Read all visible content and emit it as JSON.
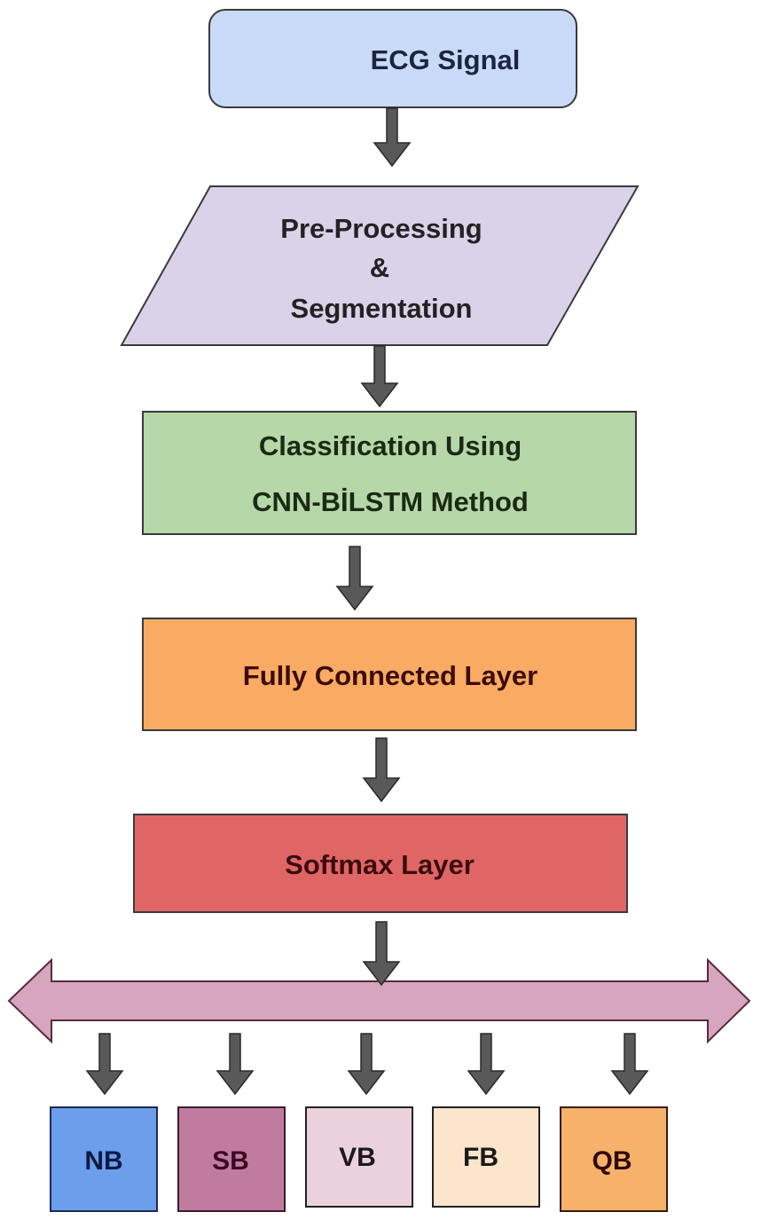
{
  "diagram": {
    "type": "flowchart",
    "nodes": [
      {
        "id": "ecg",
        "label_lines": [
          "ECG Signal"
        ],
        "shape": "rounded-rect",
        "fill": "#c9daf8",
        "text_color": "#1c2540"
      },
      {
        "id": "preprocess",
        "label_lines": [
          "Pre-Processing",
          "&",
          "Segmentation"
        ],
        "shape": "parallelogram",
        "fill": "#d9d2e9",
        "text_color": "#222222"
      },
      {
        "id": "classification",
        "label_lines": [
          "Classification Using",
          "CNN-BİLSTM Method"
        ],
        "shape": "rect",
        "fill": "#b6d7a8",
        "text_color": "#1a2a14"
      },
      {
        "id": "fc",
        "label_lines": [
          "Fully Connected Layer"
        ],
        "shape": "rect",
        "fill": "#f9ab63",
        "text_color": "#3d0c08"
      },
      {
        "id": "softmax",
        "label_lines": [
          "Softmax Layer"
        ],
        "shape": "rect",
        "fill": "#e06666",
        "text_color": "#3d0c0c"
      }
    ],
    "distributor": {
      "shape": "double-arrow",
      "fill": "#d5a6bd",
      "stroke": "#5a2a3c"
    },
    "outputs": [
      {
        "id": "nb",
        "label": "NB",
        "fill": "#6d9eeb",
        "text_color": "#0b1b44",
        "stroke": "#1c2a55"
      },
      {
        "id": "sb",
        "label": "SB",
        "fill": "#c27ba0",
        "text_color": "#3a0a22",
        "stroke": "#3a1d2a"
      },
      {
        "id": "vb",
        "label": "VB",
        "fill": "#ead1dc",
        "text_color": "#1a1a1a",
        "stroke": "#222222"
      },
      {
        "id": "fb",
        "label": "FB",
        "fill": "#fce5cd",
        "text_color": "#1a1a1a",
        "stroke": "#222222"
      },
      {
        "id": "qb",
        "label": "QB",
        "fill": "#f6b26b",
        "text_color": "#2e0a06",
        "stroke": "#3a1a0a"
      }
    ],
    "edges": [
      [
        "ecg",
        "preprocess"
      ],
      [
        "preprocess",
        "classification"
      ],
      [
        "classification",
        "fc"
      ],
      [
        "fc",
        "softmax"
      ],
      [
        "softmax",
        "distributor"
      ],
      [
        "distributor",
        "nb"
      ],
      [
        "distributor",
        "sb"
      ],
      [
        "distributor",
        "vb"
      ],
      [
        "distributor",
        "fb"
      ],
      [
        "distributor",
        "qb"
      ]
    ],
    "arrow_color": "#595959",
    "stroke_color": "#3a3a3a"
  }
}
